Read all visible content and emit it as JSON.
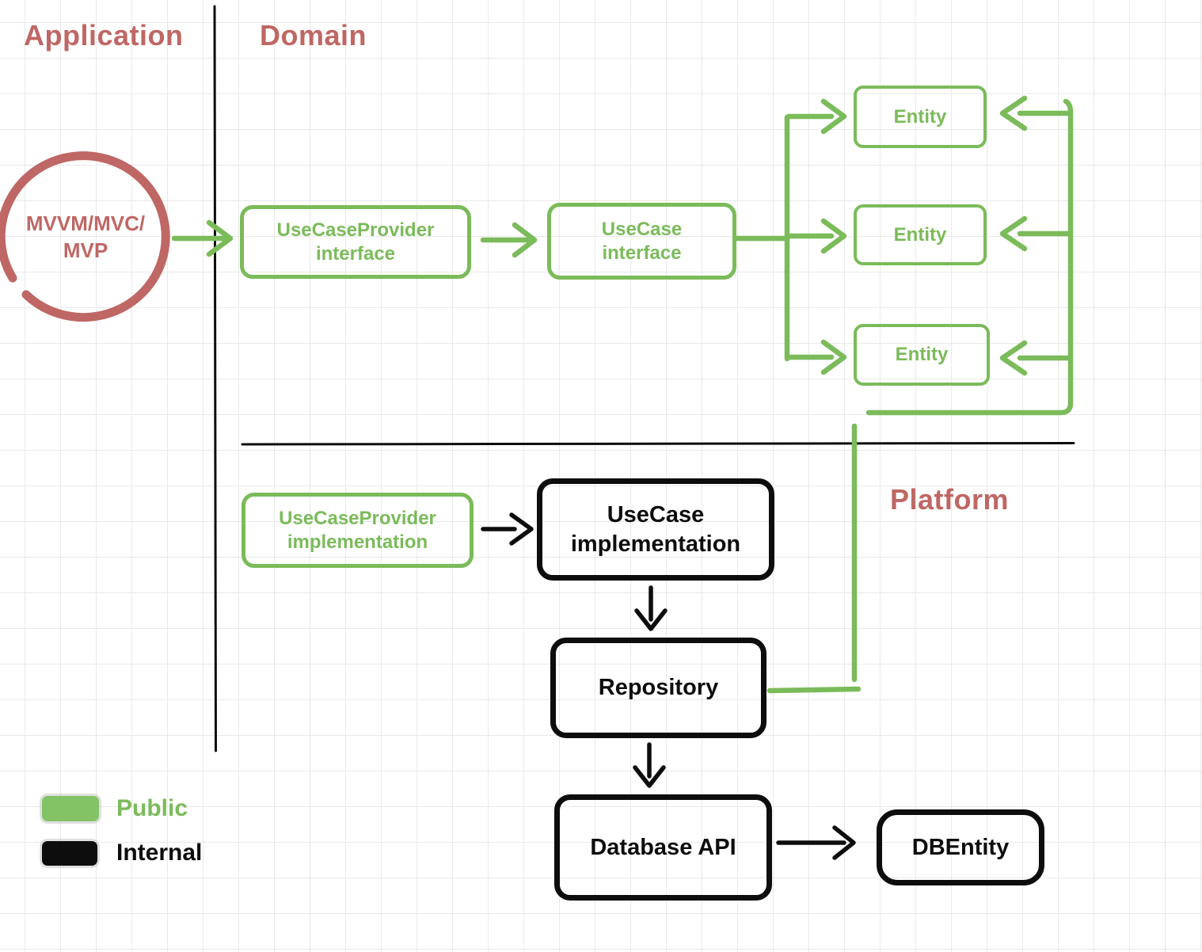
{
  "colors": {
    "public_green": "#7bbb5a",
    "legend_green_fill": "#83c366",
    "internal_black": "#0d0d0d",
    "section_red": "#bf6764",
    "grid_line": "#e9e9e9",
    "background": "#ffffff"
  },
  "sections": {
    "application_label": "Application",
    "domain_label": "Domain",
    "platform_label": "Platform"
  },
  "application": {
    "presentation_node": "MVVM/MVC/\nMVP"
  },
  "domain": {
    "usecase_provider_interface": "UseCaseProvider\ninterface",
    "usecase_interface": "UseCase\ninterface",
    "entities": [
      "Entity",
      "Entity",
      "Entity"
    ]
  },
  "platform": {
    "usecase_provider_implementation": "UseCaseProvider\nimplementation",
    "usecase_implementation": "UseCase\nimplementation",
    "repository": "Repository",
    "database_api": "Database API",
    "db_entity": "DBEntity"
  },
  "legend": {
    "public_label": "Public",
    "internal_label": "Internal"
  }
}
